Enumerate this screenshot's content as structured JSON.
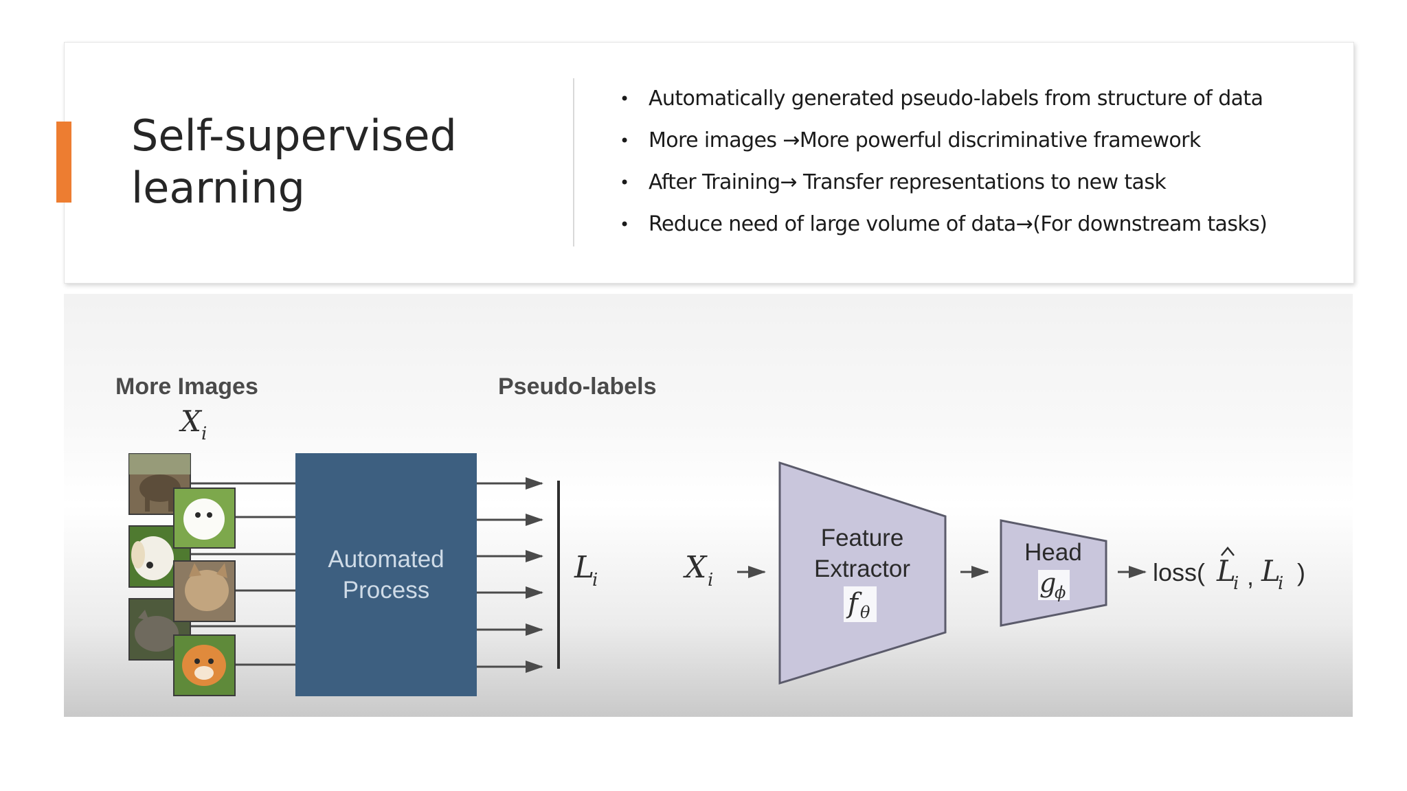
{
  "slide": {
    "title_lines": [
      "Self-supervised",
      "learning"
    ],
    "accent_color": "#ed7d31",
    "bullets": [
      "Automatically generated pseudo-labels from structure of data",
      "More images →More powerful discriminative framework",
      "After Training→ Transfer representations to new task",
      " Reduce need of large volume of data→(For downstream tasks)"
    ],
    "bullet_marker": "•"
  },
  "diagram": {
    "more_images_label": "More Images",
    "pseudo_labels_label": "Pseudo-labels",
    "images_symbol": "X",
    "images_subscript": "i",
    "automated_process_lines": [
      "Automated",
      "Process"
    ],
    "labels_symbol": "L",
    "labels_subscript": "i",
    "input_symbol": "X",
    "input_subscript": "i",
    "feature_extractor_lines": [
      "Feature",
      "Extractor"
    ],
    "feature_extractor_fn": "f",
    "feature_extractor_param": "θ",
    "head_label": "Head",
    "head_fn": "g",
    "head_param": "ϕ",
    "loss_prefix": "loss(",
    "loss_pred_symbol": "L",
    "loss_pred_subscript": "i",
    "loss_comma": ",",
    "loss_target_symbol": "L",
    "loss_target_subscript": "i",
    "loss_suffix": ")",
    "thumbnails": [
      {
        "subject": "elephant",
        "color": "#7b6a52"
      },
      {
        "subject": "white puppy",
        "color": "#7da84c"
      },
      {
        "subject": "golden puppy",
        "color": "#4f7a30"
      },
      {
        "subject": "cat",
        "color": "#8c7a62"
      },
      {
        "subject": "tabby cat",
        "color": "#4e5a3c"
      },
      {
        "subject": "pomeranian",
        "color": "#5f8a3a"
      }
    ],
    "colors": {
      "process_box": "#3d5f80",
      "trapezoid_fill": "#c9c6dc",
      "trapezoid_stroke": "#5b5b6b",
      "arrow": "#4a4a4a"
    }
  }
}
